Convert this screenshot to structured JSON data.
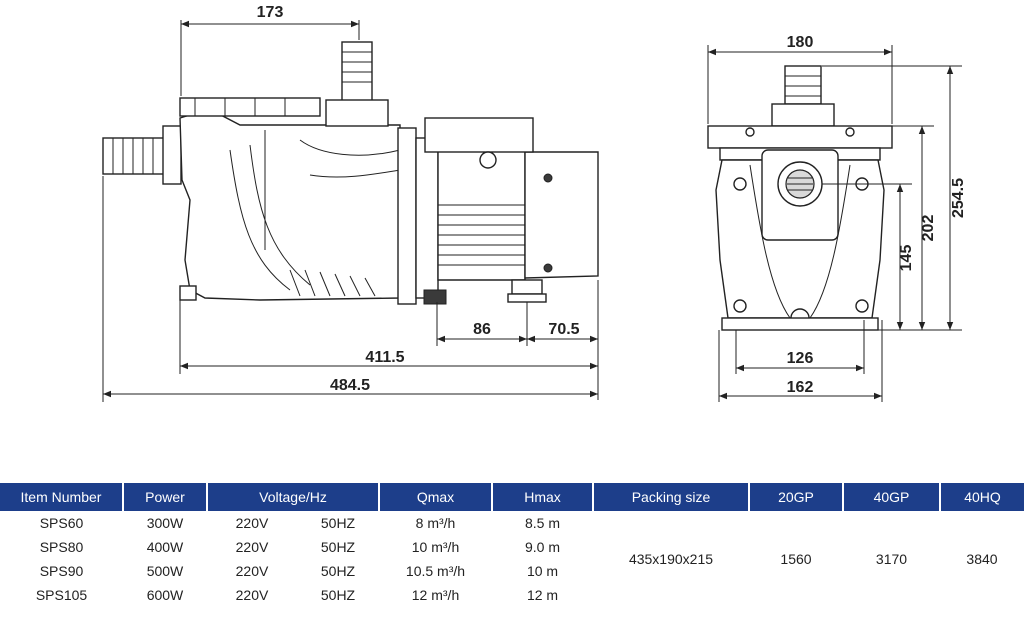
{
  "side_view": {
    "dims": {
      "top": "173",
      "mid_left": "86",
      "mid_right": "70.5",
      "overall1": "411.5",
      "overall2": "484.5"
    }
  },
  "front_view": {
    "dims": {
      "top": "180",
      "height_total": "254.5",
      "height_mid": "202",
      "height_axis": "145",
      "base_inner": "126",
      "base_outer": "162"
    }
  },
  "table": {
    "headers": [
      "Item Number",
      "Power",
      "Voltage/Hz",
      "Qmax",
      "Hmax",
      "Packing size",
      "20GP",
      "40GP",
      "40HQ"
    ],
    "rows": [
      {
        "item": "SPS60",
        "power": "300W",
        "voltage": "220V",
        "hz": "50HZ",
        "qmax": "8 m³/h",
        "hmax": "8.5 m"
      },
      {
        "item": "SPS80",
        "power": "400W",
        "voltage": "220V",
        "hz": "50HZ",
        "qmax": "10 m³/h",
        "hmax": "9.0 m"
      },
      {
        "item": "SPS90",
        "power": "500W",
        "voltage": "220V",
        "hz": "50HZ",
        "qmax": "10.5 m³/h",
        "hmax": "10 m"
      },
      {
        "item": "SPS105",
        "power": "600W",
        "voltage": "220V",
        "hz": "50HZ",
        "qmax": "12 m³/h",
        "hmax": "12 m"
      }
    ],
    "packing": "435x190x215",
    "gp20": "1560",
    "gp40": "3170",
    "hq40": "3840"
  }
}
